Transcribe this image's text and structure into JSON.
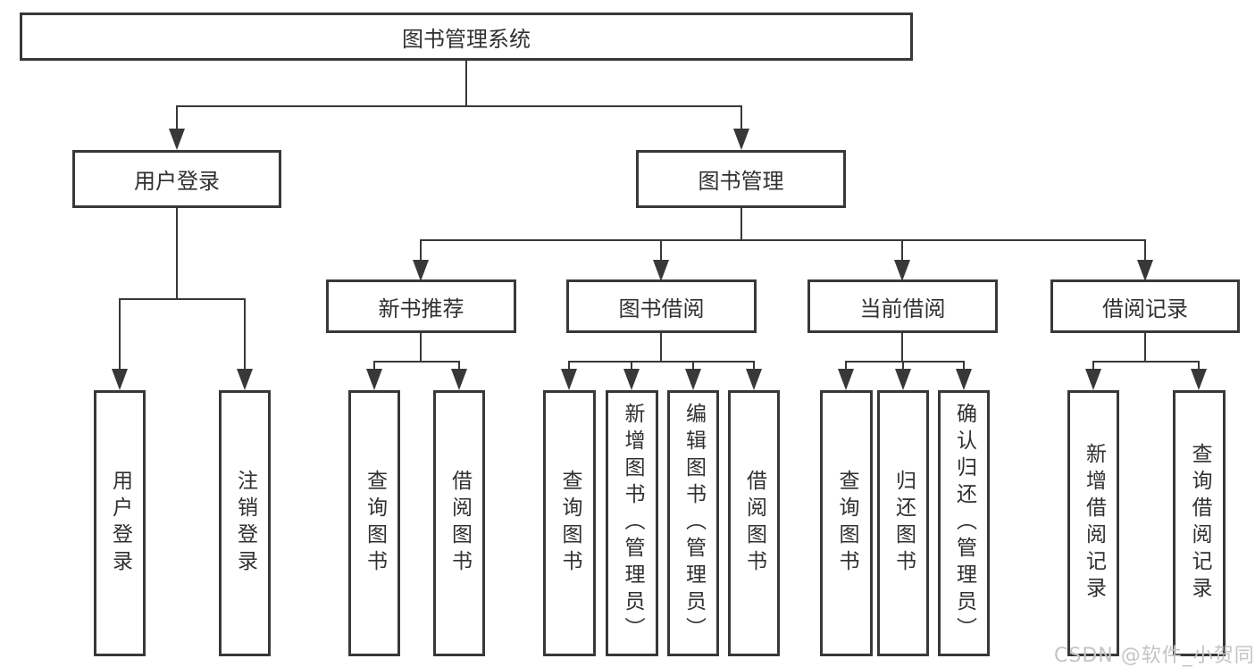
{
  "diagram_title": "图书管理系统",
  "colors": {
    "line": "#383838",
    "text": "#303030",
    "background": "#ffffff",
    "watermark": "#c4c4c4"
  },
  "watermark": "CSDN @软件_小贺同学",
  "nodes": {
    "root": "图书管理系统",
    "user_login": "用户登录",
    "book_mgmt": "图书管理",
    "new_book_rec": "新书推荐",
    "book_borrow": "图书借阅",
    "current_borrow": "当前借阅",
    "borrow_records": "借阅记录",
    "leaf_user_login": "用户登录",
    "leaf_logout": "注销登录",
    "leaf_rec_query": "查询图书",
    "leaf_rec_borrow": "借阅图书",
    "leaf_bor_query": "查询图书",
    "leaf_bor_add": "新增图书（管理员）",
    "leaf_bor_edit": "编辑图书（管理员）",
    "leaf_bor_borrow": "借阅图书",
    "leaf_cur_query": "查询图书",
    "leaf_cur_return": "归还图书",
    "leaf_cur_confirm": "确认归还（管理员）",
    "leaf_recd_add": "新增借阅记录",
    "leaf_recd_query": "查询借阅记录"
  },
  "tree": {
    "label": "图书管理系统",
    "children": [
      {
        "label": "用户登录",
        "children": [
          {
            "label": "用户登录"
          },
          {
            "label": "注销登录"
          }
        ]
      },
      {
        "label": "图书管理",
        "children": [
          {
            "label": "新书推荐",
            "children": [
              {
                "label": "查询图书"
              },
              {
                "label": "借阅图书"
              }
            ]
          },
          {
            "label": "图书借阅",
            "children": [
              {
                "label": "查询图书"
              },
              {
                "label": "新增图书（管理员）"
              },
              {
                "label": "编辑图书（管理员）"
              },
              {
                "label": "借阅图书"
              }
            ]
          },
          {
            "label": "当前借阅",
            "children": [
              {
                "label": "查询图书"
              },
              {
                "label": "归还图书"
              },
              {
                "label": "确认归还（管理员）"
              }
            ]
          },
          {
            "label": "借阅记录",
            "children": [
              {
                "label": "新增借阅记录"
              },
              {
                "label": "查询借阅记录"
              }
            ]
          }
        ]
      }
    ]
  }
}
